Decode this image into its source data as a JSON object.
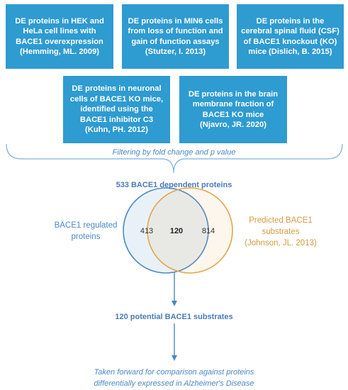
{
  "boxes": [
    {
      "id": "hek",
      "lines": [
        "DE proteins in HEK and",
        "HeLa cell lines with",
        "BACE1 overexpression",
        "(Hemming, ML. 2009)"
      ]
    },
    {
      "id": "min6",
      "lines": [
        "DE proteins in MIN6 cells",
        "from loss of function and",
        "gain of function assays",
        "(Stutzer, I. 2013)"
      ]
    },
    {
      "id": "csf",
      "lines": [
        "DE proteins in the",
        "cerebral spinal fluid (CSF)",
        "of BACE1 knockout (KO)",
        "mice (Dislich, B. 2015)"
      ]
    },
    {
      "id": "neuronal",
      "lines": [
        "DE proteins in neuronal",
        "cells of BACE1 KO mice,",
        "identified using the",
        "BACE1 inhibitor C3",
        "(Kuhn, PH. 2012)"
      ]
    },
    {
      "id": "brain",
      "lines": [
        "DE proteins in the brain",
        "membrane fraction of",
        "BACE1 KO mice",
        "(Njavro, JR. 2020)"
      ]
    }
  ],
  "filter_text": "Filtering by fold change and p value",
  "dependent_text": "533 BACE1 dependent proteins",
  "venn": {
    "left_label": [
      "BACE1 regulated",
      "proteins"
    ],
    "right_label": [
      "Predicted BACE1",
      "substrates",
      "(Johnson, JL. 2013)"
    ],
    "left_only": "413",
    "overlap": "120",
    "right_only": "814"
  },
  "potential_text": "120 potential BACE1 substrates",
  "forward_text": [
    "Taken forward for comparison against proteins",
    "differentially expressed in Alzheimer's Disease"
  ],
  "colors": {
    "box": "#2e9bd1",
    "left_circle": "#4a88c8",
    "right_circle": "#e2a648",
    "text_blue": "#4a7ab8"
  }
}
